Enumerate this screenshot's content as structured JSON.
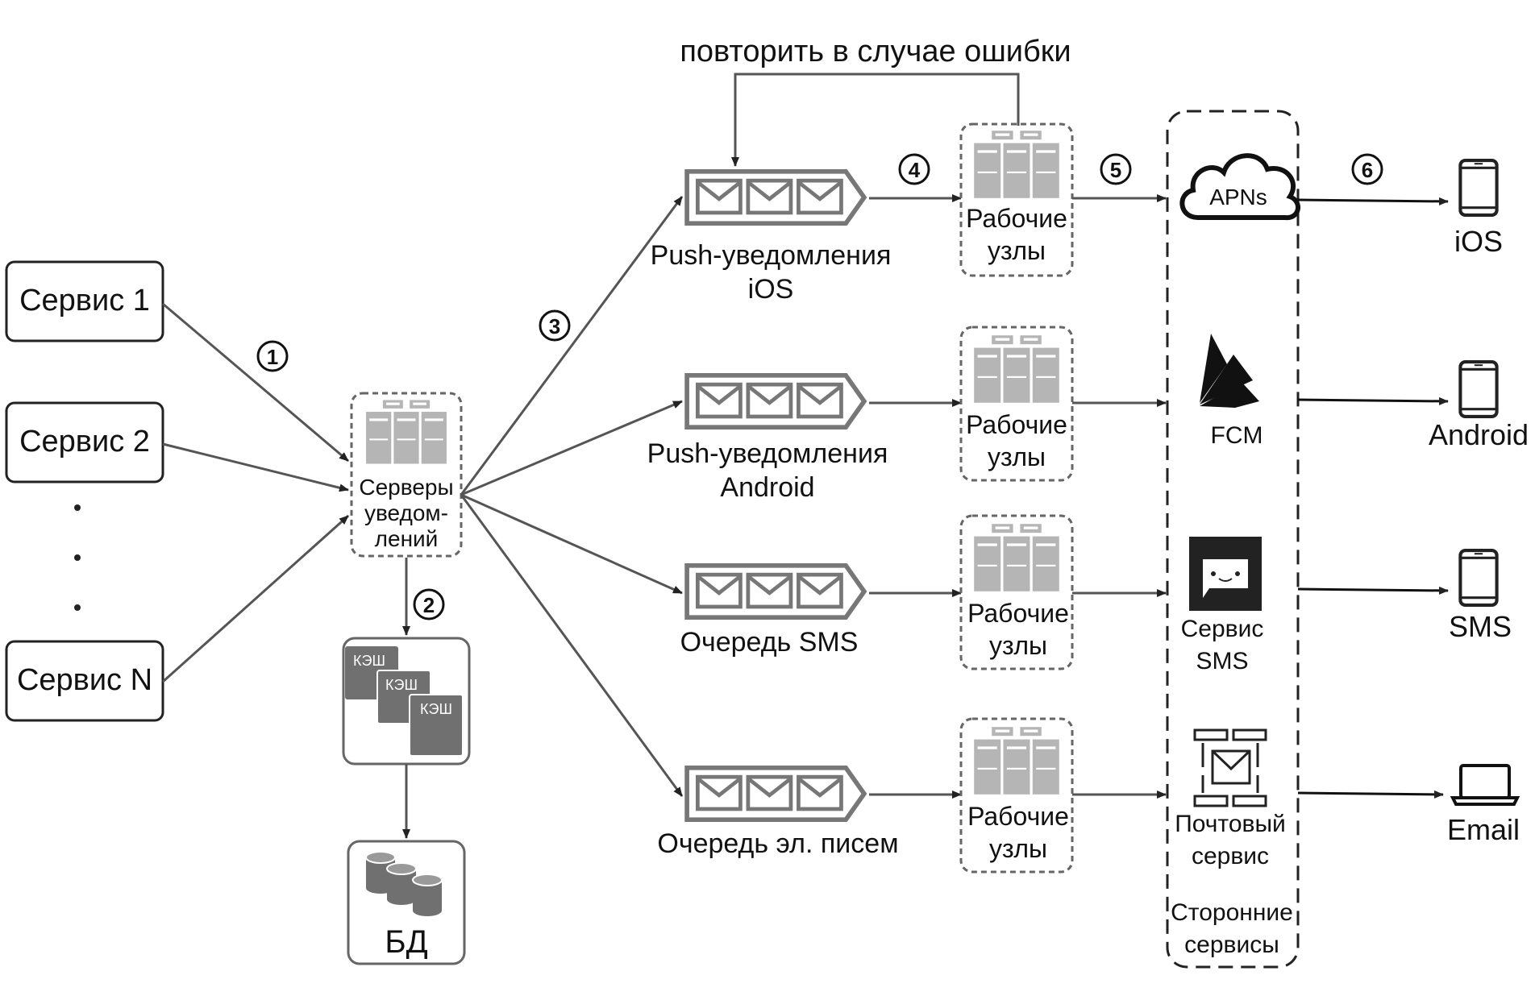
{
  "retry_label": "повторить в случае ошибки",
  "services": [
    "Сервис 1",
    "Сервис 2",
    "Сервис N"
  ],
  "notification_servers": [
    "Серверы",
    "уведом-",
    "лений"
  ],
  "cache_label": "КЭШ",
  "db_label": "БД",
  "step_numbers": [
    "1",
    "2",
    "3",
    "4",
    "5",
    "6"
  ],
  "queues": [
    {
      "line1": "Push-уведомления",
      "line2": "iOS"
    },
    {
      "line1": "Push-уведомления",
      "line2": "Android"
    },
    {
      "line1": "Очередь SMS",
      "line2": ""
    },
    {
      "line1": "Очередь эл. писем",
      "line2": ""
    }
  ],
  "worker_label": [
    "Рабочие",
    "узлы"
  ],
  "third_party": [
    {
      "line1": "APNs",
      "line2": ""
    },
    {
      "line1": "FCM",
      "line2": ""
    },
    {
      "line1": "Сервис",
      "line2": "SMS"
    },
    {
      "line1": "Почтовый",
      "line2": "сервис"
    }
  ],
  "third_party_caption": [
    "Сторонние",
    "сервисы"
  ],
  "devices": [
    "iOS",
    "Android",
    "SMS",
    "Email"
  ],
  "colors": {
    "stroke": "#555555",
    "icon": "#b0b0b0",
    "cache": "#707070",
    "text": "#111111"
  }
}
